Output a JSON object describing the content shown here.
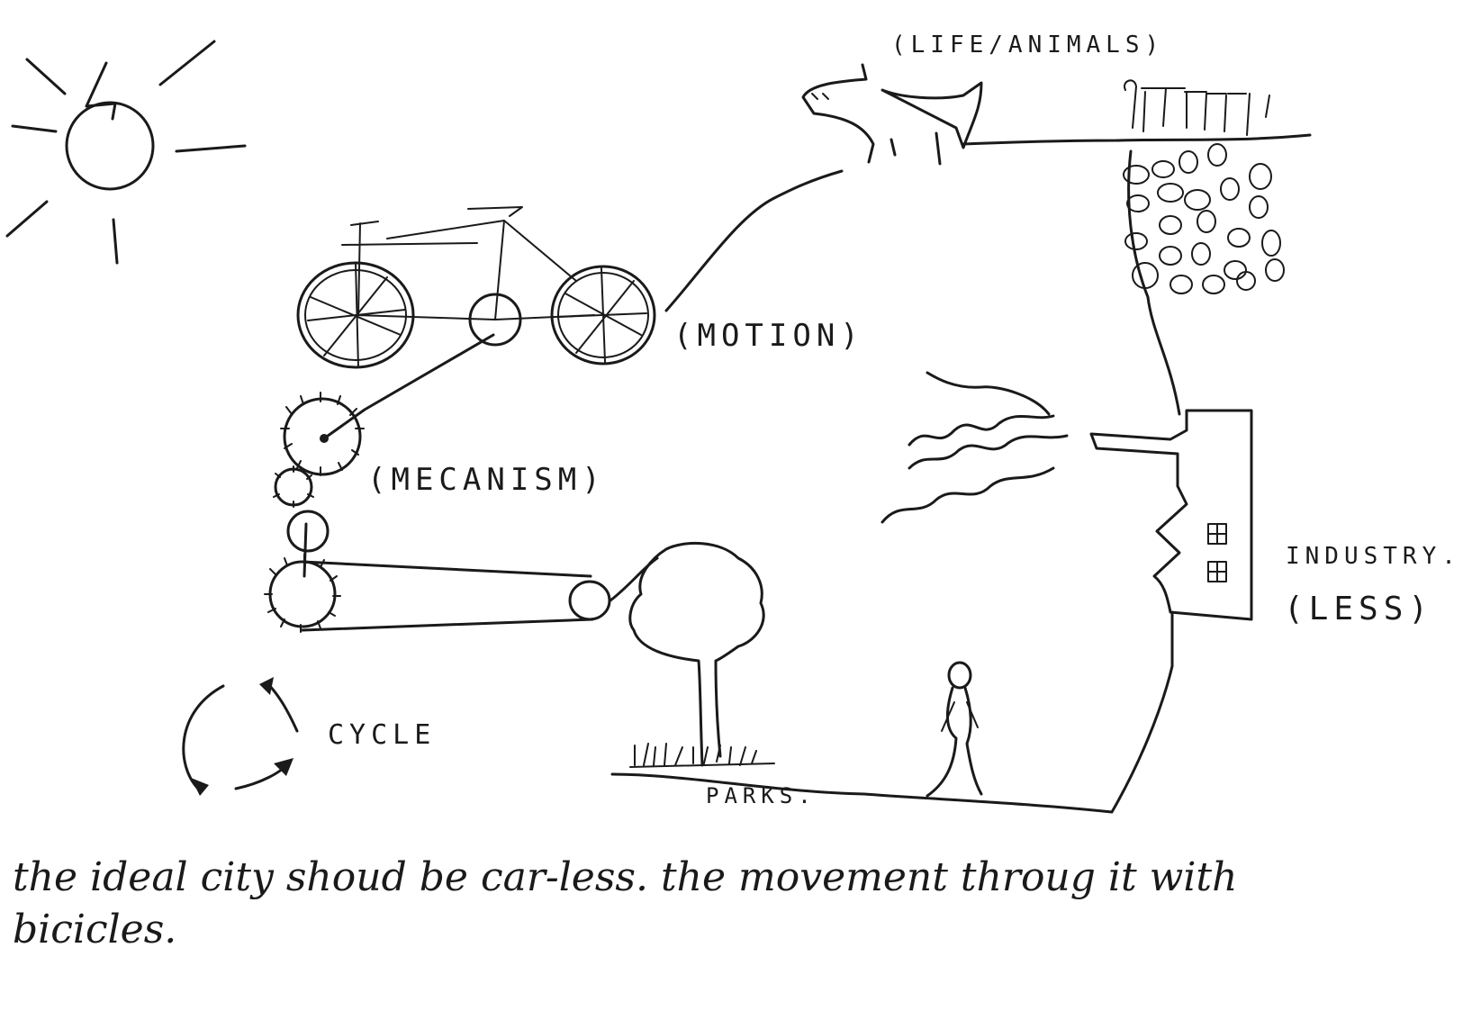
{
  "labels": {
    "life_animals": "(LIFE/ANIMALS)",
    "motion": "(MOTION)",
    "mecanism": "(MECANISM)",
    "industry": "INDUSTRY.",
    "less": "(LESS)",
    "cycle": "CYCLE",
    "parks": "PARKS."
  },
  "caption": {
    "line1": "the ideal city shoud be car-less. the movement throug it with",
    "line2": "bicicles."
  }
}
